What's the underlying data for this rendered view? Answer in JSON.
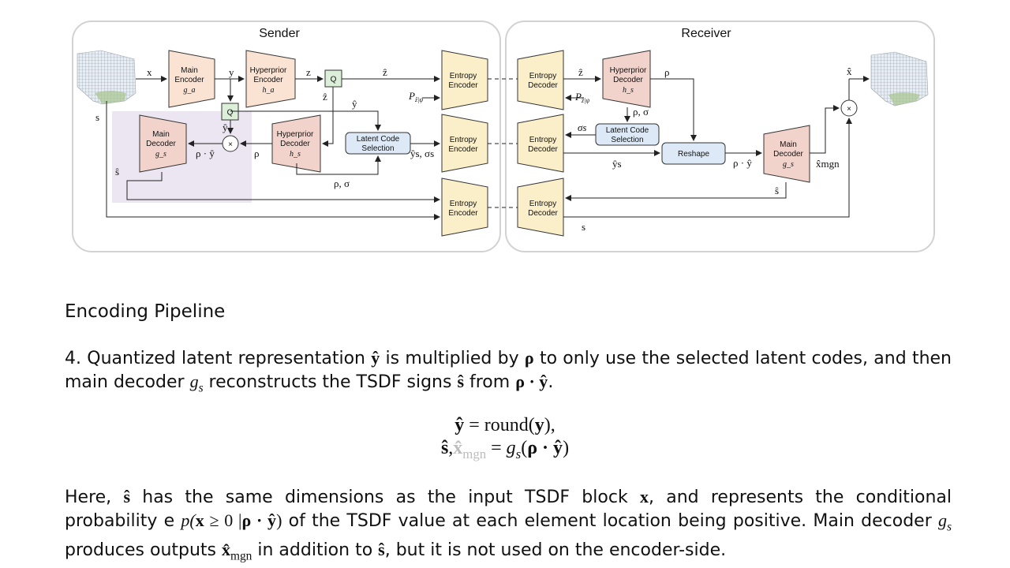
{
  "diagram": {
    "panels": {
      "sender": "Sender",
      "receiver": "Receiver"
    },
    "blocks": {
      "main_encoder": [
        "Main",
        "Encoder",
        "g_a"
      ],
      "hyperprior_encoder": [
        "Hyperprior",
        "Encoder",
        "h_a"
      ],
      "quantizer_top": "Q",
      "quantizer_mid": "Q",
      "main_decoder_sender": [
        "Main",
        "Decoder",
        "g_s"
      ],
      "hyperprior_decoder_sender": [
        "Hyperprior",
        "Decoder",
        "h_s"
      ],
      "latent_code_selection_sender": [
        "Latent Code",
        "Selection"
      ],
      "entropy_encoder_1": [
        "Entropy",
        "Encoder"
      ],
      "entropy_encoder_2": [
        "Entropy",
        "Encoder"
      ],
      "entropy_encoder_3": [
        "Entropy",
        "Encoder"
      ],
      "entropy_decoder_1": [
        "Entropy",
        "Decoder"
      ],
      "entropy_decoder_2": [
        "Entropy",
        "Decoder"
      ],
      "entropy_decoder_3": [
        "Entropy",
        "Decoder"
      ],
      "hyperprior_decoder_receiver": [
        "Hyperprior",
        "Decoder",
        "h_s"
      ],
      "latent_code_selection_receiver": [
        "Latent Code",
        "Selection"
      ],
      "reshape": "Reshape",
      "main_decoder_receiver": [
        "Main",
        "Decoder",
        "g_s"
      ]
    },
    "signals": {
      "x": "x",
      "y": "y",
      "z": "z",
      "z_hat": "ẑ",
      "y_hat": "ŷ",
      "s": "s",
      "s_hat": "ŝ",
      "rho": "ρ",
      "rho_y": "ρ · ŷ",
      "rho_sigma": "ρ, σ",
      "y_hat_sigma": "ŷs, σs",
      "sigma_s": "σs",
      "y_hat_s": "ŷs",
      "x_hat": "x̂",
      "x_hat_mgn": "x̂mgn",
      "p_prior": "P",
      "p_prior_sub": "ẑ|ψ",
      "times": "×"
    },
    "colors": {
      "encoder_fill": "#fbe3d4",
      "decoder_fill": "#f1d3cc",
      "entropy_fill": "#fbefc9",
      "selection_fill": "#dde9f6",
      "highlight": "#ece6f2",
      "panel_border": "#d2d2d2"
    }
  },
  "text": {
    "heading": "Encoding Pipeline",
    "step": {
      "prefix": "4. Quantized latent representation ",
      "y_hat": "ŷ",
      "mid1": " is multiplied by ",
      "rho": "ρ",
      "mid2": "  to only use the selected latent codes, and then main decoder ",
      "g": "g",
      "g_sub": "s",
      "mid3": " reconstructs the TSDF signs ",
      "s_hat": "ŝ",
      "mid4": " from ",
      "rho_y": "ρ · ŷ",
      "end": "."
    },
    "equations": {
      "line1_lhs": "ŷ",
      "line1_rhs": " = round(",
      "line1_y": "y",
      "line1_end": "),",
      "line2_s": "ŝ",
      "line2_comma": ",",
      "line2_x": "x̂",
      "line2_sub": "mgn",
      "line2_eq": " = ",
      "line2_g": "g",
      "line2_gsub": "s",
      "line2_arg_open": "(",
      "line2_arg": "ρ · ŷ",
      "line2_close": ")"
    },
    "here": {
      "p1": "Here, ",
      "s_hat": "ŝ",
      "p2": " has the same dimensions as the input TSDF block ",
      "x": "x",
      "p3": ", and represents the conditional probability e ",
      "prob_open": "p(",
      "prob_x": "x",
      "prob_mid": " ≥ 0 |",
      "prob_rho": "ρ · ŷ",
      "prob_close": ")",
      "p4": " of the TSDF value at each element location being positive. Main decoder ",
      "g": "g",
      "g_sub": "s",
      "p5": " produces outputs ",
      "x_mgn": "x̂",
      "x_mgn_sub": "mgn",
      "p6": " in addition to ",
      "s_hat2": "ŝ",
      "p7": ", but it is not used on the encoder-side."
    }
  }
}
